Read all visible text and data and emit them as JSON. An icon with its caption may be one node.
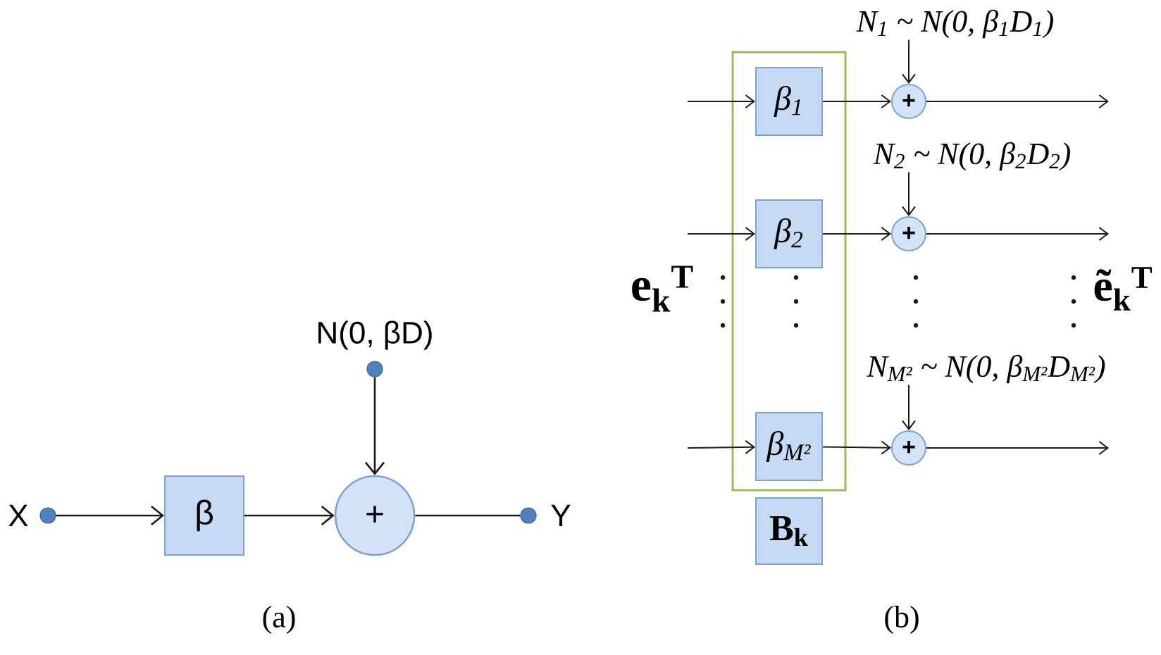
{
  "diagram": {
    "nodes": [
      {
        "text": [],
        "shape": "circle",
        "beside": [
          "X"
        ]
      },
      {
        "text": [
          "β"
        ]
      },
      {
        "text": [],
        "shape": "circle",
        "beside": [
          "N(0, βD)"
        ]
      },
      {
        "text": [
          "+"
        ]
      },
      {
        "text": [],
        "shape": "circle",
        "beside": [
          "Y"
        ]
      },
      {
        "text": [
          "N$_{1}$ ~ N(0, β$_{1}$D$_{1}$)"
        ]
      },
      {
        "text": [],
        "shape": "box"
      },
      {
        "text": [
          "β$_{1}$"
        ],
        "in": 6
      },
      {
        "text": [
          "+"
        ]
      },
      {
        "text": [
          "N$_{2}$ ~ N(0, β$_{2}$D$_{2}$)"
        ]
      },
      {
        "text": [
          "β$_{2}$"
        ],
        "in": 6
      },
      {
        "text": [
          "+"
        ]
      },
      {
        "text": [
          "N$_{M²}$ ~ N(0, β$_{M²}$D$_{M²}$)"
        ]
      },
      {
        "text": [
          "β$_{M²}$"
        ],
        "in": 6
      },
      {
        "text": [
          "+"
        ]
      },
      {
        "text": [
          "B$_{k}$"
        ]
      }
    ],
    "edges": [
      {
        "from": 0,
        "to": 1,
        "arrow": "to"
      },
      {
        "from": 1,
        "to": 3,
        "arrow": "to"
      },
      {
        "from": 2,
        "to": 3,
        "arrow": "to"
      },
      {
        "from": 3,
        "to": 4,
        "arrow": "none"
      },
      {
        "from": null,
        "to": 7,
        "arrow": "to"
      },
      {
        "from": 7,
        "to": 8,
        "arrow": "to"
      },
      {
        "from": 5,
        "to": 8,
        "arrow": "to"
      },
      {
        "from": 8,
        "to": null,
        "arrow": "to"
      },
      {
        "from": null,
        "to": 10,
        "arrow": "to"
      },
      {
        "from": 10,
        "to": 11,
        "arrow": "to"
      },
      {
        "from": 9,
        "to": 11,
        "arrow": "to"
      },
      {
        "from": 11,
        "to": null,
        "arrow": "to"
      },
      {
        "from": null,
        "to": 13,
        "arrow": "to"
      },
      {
        "from": 13,
        "to": 14,
        "arrow": "to"
      },
      {
        "from": 12,
        "to": 14,
        "arrow": "to"
      },
      {
        "from": 14,
        "to": null,
        "arrow": "to"
      }
    ],
    "labels": [
      "e$_{k}$$^{T}$",
      "ẽ$_{k}$$^{T}$",
      "(a)",
      "(b)"
    ]
  }
}
